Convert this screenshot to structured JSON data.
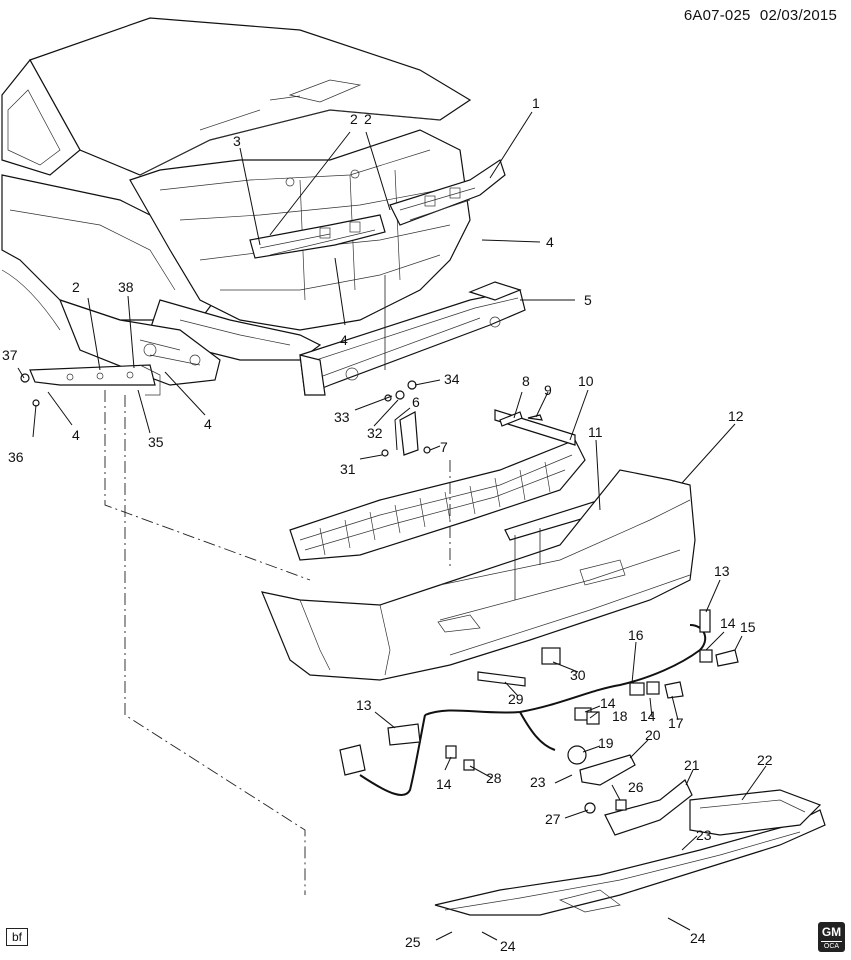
{
  "header": {
    "illustration_code": "6A07-025",
    "date": "02/03/2015"
  },
  "footer": {
    "tag": "bf",
    "logo_line1": "GM",
    "logo_line2": "OCA"
  },
  "callouts": [
    {
      "id": "c1",
      "label": "1"
    },
    {
      "id": "c2a",
      "label": "2"
    },
    {
      "id": "c2b",
      "label": "2"
    },
    {
      "id": "c3",
      "label": "3"
    },
    {
      "id": "c4a",
      "label": "4"
    },
    {
      "id": "c4b",
      "label": "4"
    },
    {
      "id": "c4c",
      "label": "4"
    },
    {
      "id": "c4d",
      "label": "4"
    },
    {
      "id": "c5",
      "label": "5"
    },
    {
      "id": "c6",
      "label": "6"
    },
    {
      "id": "c7",
      "label": "7"
    },
    {
      "id": "c8",
      "label": "8"
    },
    {
      "id": "c9",
      "label": "9"
    },
    {
      "id": "c10",
      "label": "10"
    },
    {
      "id": "c11",
      "label": "11"
    },
    {
      "id": "c12",
      "label": "12"
    },
    {
      "id": "c13a",
      "label": "13"
    },
    {
      "id": "c13b",
      "label": "13"
    },
    {
      "id": "c14a",
      "label": "14"
    },
    {
      "id": "c14b",
      "label": "14"
    },
    {
      "id": "c14c",
      "label": "14"
    },
    {
      "id": "c14d",
      "label": "14"
    },
    {
      "id": "c15",
      "label": "15"
    },
    {
      "id": "c16",
      "label": "16"
    },
    {
      "id": "c17",
      "label": "17"
    },
    {
      "id": "c18",
      "label": "18"
    },
    {
      "id": "c19",
      "label": "19"
    },
    {
      "id": "c20",
      "label": "20"
    },
    {
      "id": "c21",
      "label": "21"
    },
    {
      "id": "c22",
      "label": "22"
    },
    {
      "id": "c23a",
      "label": "23"
    },
    {
      "id": "c23b",
      "label": "23"
    },
    {
      "id": "c24a",
      "label": "24"
    },
    {
      "id": "c24b",
      "label": "24"
    },
    {
      "id": "c25",
      "label": "25"
    },
    {
      "id": "c26",
      "label": "26"
    },
    {
      "id": "c27",
      "label": "27"
    },
    {
      "id": "c28",
      "label": "28"
    },
    {
      "id": "c29",
      "label": "29"
    },
    {
      "id": "c30",
      "label": "30"
    },
    {
      "id": "c31",
      "label": "31"
    },
    {
      "id": "c32",
      "label": "32"
    },
    {
      "id": "c33",
      "label": "33"
    },
    {
      "id": "c34",
      "label": "34"
    },
    {
      "id": "c35",
      "label": "35"
    },
    {
      "id": "c36",
      "label": "36"
    },
    {
      "id": "c37",
      "label": "37"
    },
    {
      "id": "c38",
      "label": "38"
    },
    {
      "id": "c2c",
      "label": "2"
    }
  ]
}
